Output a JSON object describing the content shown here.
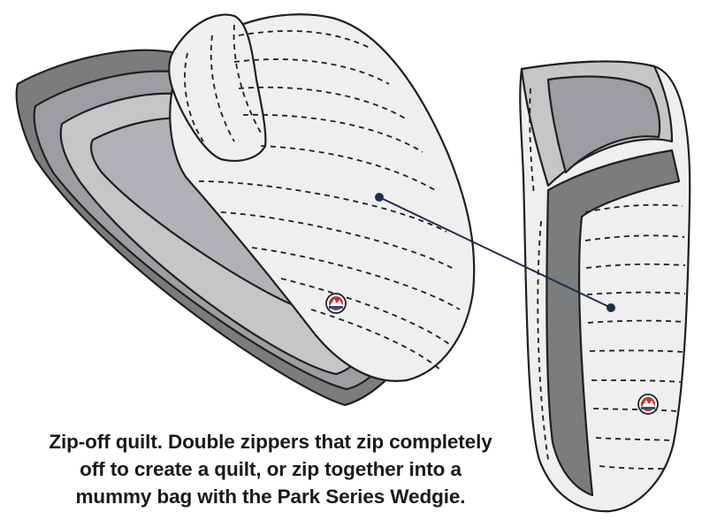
{
  "caption": {
    "lines": [
      "Zip-off quilt. Double zippers that zip completely",
      "off to create a quilt, or zip together into a",
      "mummy bag with the Park Series Wedgie."
    ]
  },
  "icons": {
    "left_logo": "brand-badge-icon",
    "right_logo": "brand-badge-icon"
  },
  "colors": {
    "outline": "#1f1f1f",
    "quilt_fill": "#efefef",
    "pad_dark": "#7a7c7e",
    "pad_mid": "#9c9ea1",
    "pad_light": "#c4c6c8",
    "callout_line": "#1f2d4d",
    "logo_red": "#c8352f",
    "logo_blue": "#2a4f86"
  }
}
